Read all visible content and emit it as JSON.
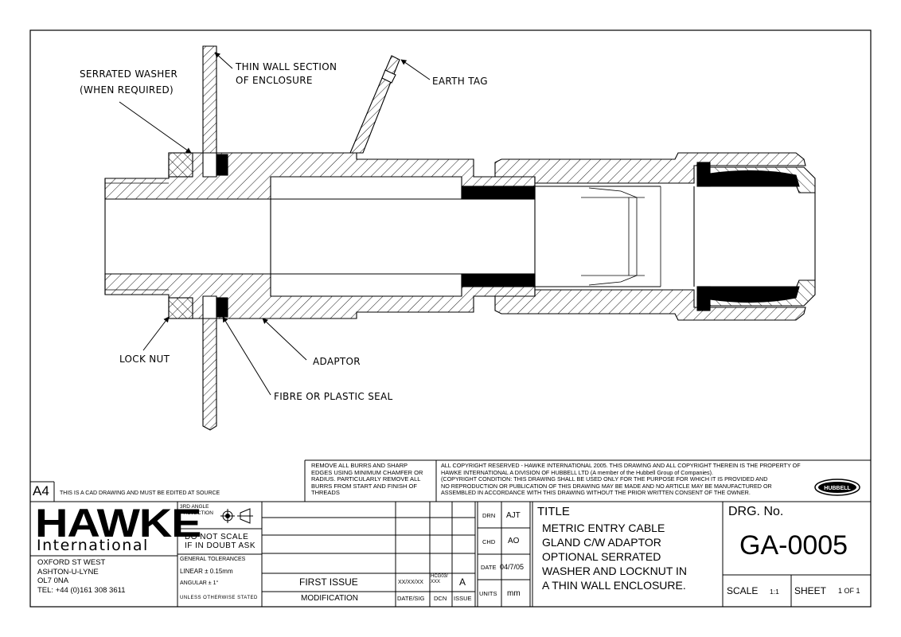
{
  "annotations": {
    "serrated_washer": [
      "SERRATED WASHER",
      "(WHEN REQUIRED)"
    ],
    "thin_wall": [
      "THIN WALL SECTION",
      "OF ENCLOSURE"
    ],
    "earth_tag": "EARTH TAG",
    "lock_nut": "LOCK NUT",
    "adaptor": "ADAPTOR",
    "seal": "FIBRE OR PLASTIC SEAL"
  },
  "title_block": {
    "sheet_size": "A4",
    "cad_note": "THIS IS A CAD DRAWING AND MUST BE EDITED AT SOURCE",
    "burrs_note": [
      "REMOVE ALL BURRS AND SHARP",
      "EDGES USING MINIMUM CHAMFER OR",
      "RADIUS. PARTICULARLY REMOVE ALL",
      "BURRS FROM START AND FINISH OF",
      "THREADS"
    ],
    "copyright": [
      "ALL COPYRIGHT RESERVED - HAWKE INTERNATIONAL 2005.  THIS DRAWING AND ALL COPYRIGHT THEREIN IS THE PROPERTY OF",
      "HAWKE INTERNATIONAL A DIVISION OF HUBBELL LTD (A member of the Hubbell Group of Companies).",
      "(COPYRIGHT CONDITION: THIS DRAWING SHALL BE USED ONLY FOR THE PURPOSE FOR WHICH IT IS PROVIDED AND",
      "NO REPRODUCTION OR PUBLICATION OF THIS DRAWING MAY BE MADE AND NO ARTICLE MAY BE MANUFACTURED OR",
      "ASSEMBLED IN ACCORDANCE WITH THIS DRAWING WITHOUT THE PRIOR WRITTEN CONSENT OF THE OWNER."
    ],
    "hubbell_logo": "HUBBELL",
    "company_name": "HAWKE",
    "company_sub": "International",
    "address": [
      "OXFORD ST WEST",
      "ASHTON-U-LYNE",
      "OL7 0NA",
      "TEL: +44 (0)161 308 3611"
    ],
    "projection": [
      "3RD ANGLE",
      "PROJECTION"
    ],
    "do_not_scale": [
      "DO  NOT  SCALE",
      "IF IN DOUBT ASK"
    ],
    "general_tolerances": "GENERAL TOLERANCES",
    "linear": "LINEAR    ± 0.15mm",
    "angular": "ANGULAR ± 1°",
    "unless": "UNLESS OTHERWISE STATED",
    "first_issue": "FIRST ISSUE",
    "issue_date": "XX/XX/XX",
    "dcn": "HCG03/ XXX",
    "issue_letter": "A",
    "modification_header": "MODIFICATION",
    "date_header": "DATE/SIG",
    "dcn_header": "DCN",
    "issue_header": "ISSUE",
    "drn_label": "DRN",
    "drn_value": "AJT",
    "chd_label": "CHD",
    "chd_value": "AO",
    "date_label": "DATE",
    "date_value": "04/7/05",
    "units_label": "UNITS",
    "units_value": "mm",
    "title_label": "TITLE",
    "title_lines": [
      "METRIC ENTRY CABLE",
      "GLAND C/W ADAPTOR",
      "OPTIONAL SERRATED",
      "WASHER AND LOCKNUT IN",
      "A THIN WALL ENCLOSURE."
    ],
    "drg_label": "DRG. No.",
    "drg_number": "GA-0005",
    "scale_label": "SCALE",
    "scale_value": "1:1",
    "sheet_label": "SHEET",
    "sheet_value": "1 OF 1"
  }
}
